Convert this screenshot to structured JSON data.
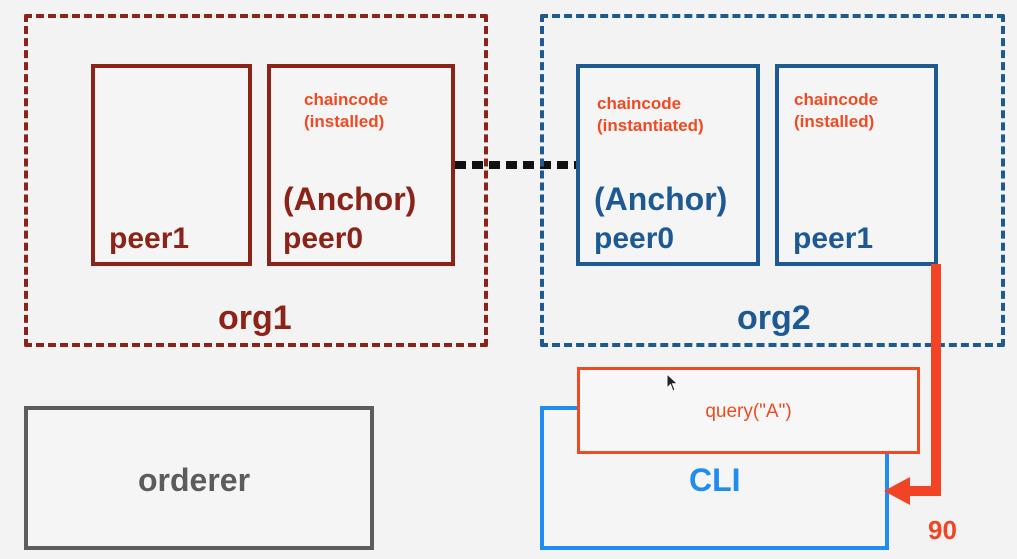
{
  "colors": {
    "org1": "#8b2318",
    "org2": "#1d5a93",
    "chaincode": "#f04a23",
    "orderer": "#5c5c5c",
    "cli": "#1e8cf0",
    "arrow": "#f24425",
    "connector": "#111111",
    "background": "#f3f3f3"
  },
  "org1": {
    "label": "org1",
    "peer1": {
      "name": "peer1"
    },
    "peer0": {
      "chaincode_line1": "chaincode",
      "chaincode_line2": "(installed)",
      "anchor": "(Anchor)",
      "name": "peer0"
    }
  },
  "org2": {
    "label": "org2",
    "peer0": {
      "chaincode_line1": "chaincode",
      "chaincode_line2": "(instantiated)",
      "anchor": "(Anchor)",
      "name": "peer0"
    },
    "peer1": {
      "chaincode_line1": "chaincode",
      "chaincode_line2": "(installed)",
      "name": "peer1"
    }
  },
  "orderer": {
    "label": "orderer"
  },
  "cli": {
    "label": "CLI",
    "query": "query(\"A\")"
  },
  "result": {
    "value": "90"
  },
  "icons": {
    "cursor": "mouse-pointer-icon",
    "arrow": "arrow-left-icon"
  }
}
